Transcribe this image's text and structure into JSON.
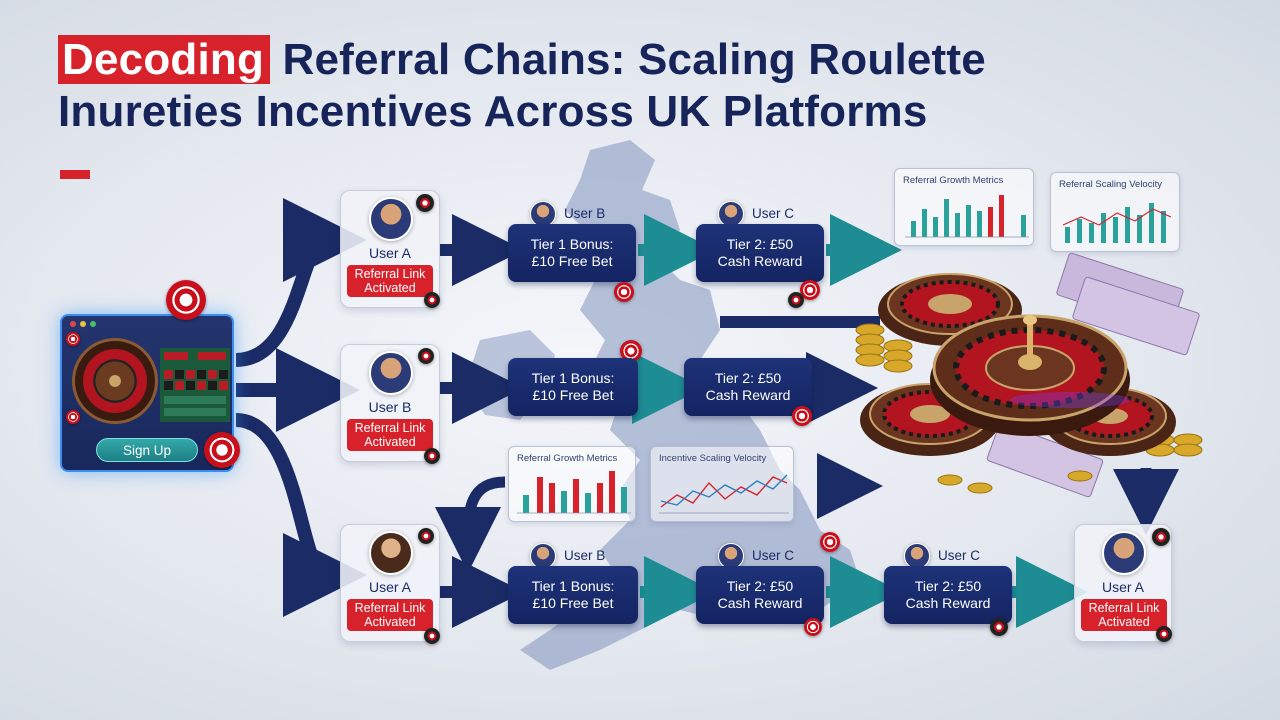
{
  "title": {
    "highlight": "Decoding",
    "line1_rest": " Referral Chains: Scaling Roulette",
    "line2": "Inureties Incentives Across UK Platforms"
  },
  "colors": {
    "navy": "#16245a",
    "red": "#d7222c",
    "teal": "#1e8c93"
  },
  "signup": {
    "button_label": "Sign Up"
  },
  "rows": [
    {
      "user_a": {
        "name": "User A",
        "badge_line1": "Referral Link",
        "badge_line2": "Activated"
      },
      "tier1": {
        "tag": "User B",
        "line1": "Tier 1 Bonus:",
        "line2": "£10 Free Bet"
      },
      "tier2": {
        "tag": "User C",
        "line1": "Tier 2: £50",
        "line2": "Cash Reward"
      }
    },
    {
      "user_a": {
        "name": "User B",
        "badge_line1": "Referral Link",
        "badge_line2": "Activated"
      },
      "tier1": {
        "line1": "Tier 1 Bonus:",
        "line2": "£10 Free Bet"
      },
      "tier2": {
        "line1": "Tier 2: £50",
        "line2": "Cash Reward"
      }
    },
    {
      "user_a": {
        "name": "User A",
        "badge_line1": "Referral Link",
        "badge_line2": "Activated"
      },
      "tier1": {
        "tag": "User B",
        "line1": "Tier 1 Bonus:",
        "line2": "£10 Free Bet"
      },
      "tier2": {
        "tag": "User C",
        "line1": "Tier 2: £50",
        "line2": "Cash Reward"
      },
      "tier3": {
        "tag": "User C",
        "line1": "Tier 2: £50",
        "line2": "Cash Reward"
      },
      "end_user": {
        "name": "User A",
        "badge_line1": "Referral Link",
        "badge_line2": "Activated"
      }
    }
  ],
  "metrics": {
    "top_growth_title": "Referral Growth Metrics",
    "top_velocity_title": "Referral Scaling Velocity",
    "mid_growth_title": "Referral Growth Metrics",
    "mid_velocity_title": "Incentive Scaling Velocity"
  }
}
